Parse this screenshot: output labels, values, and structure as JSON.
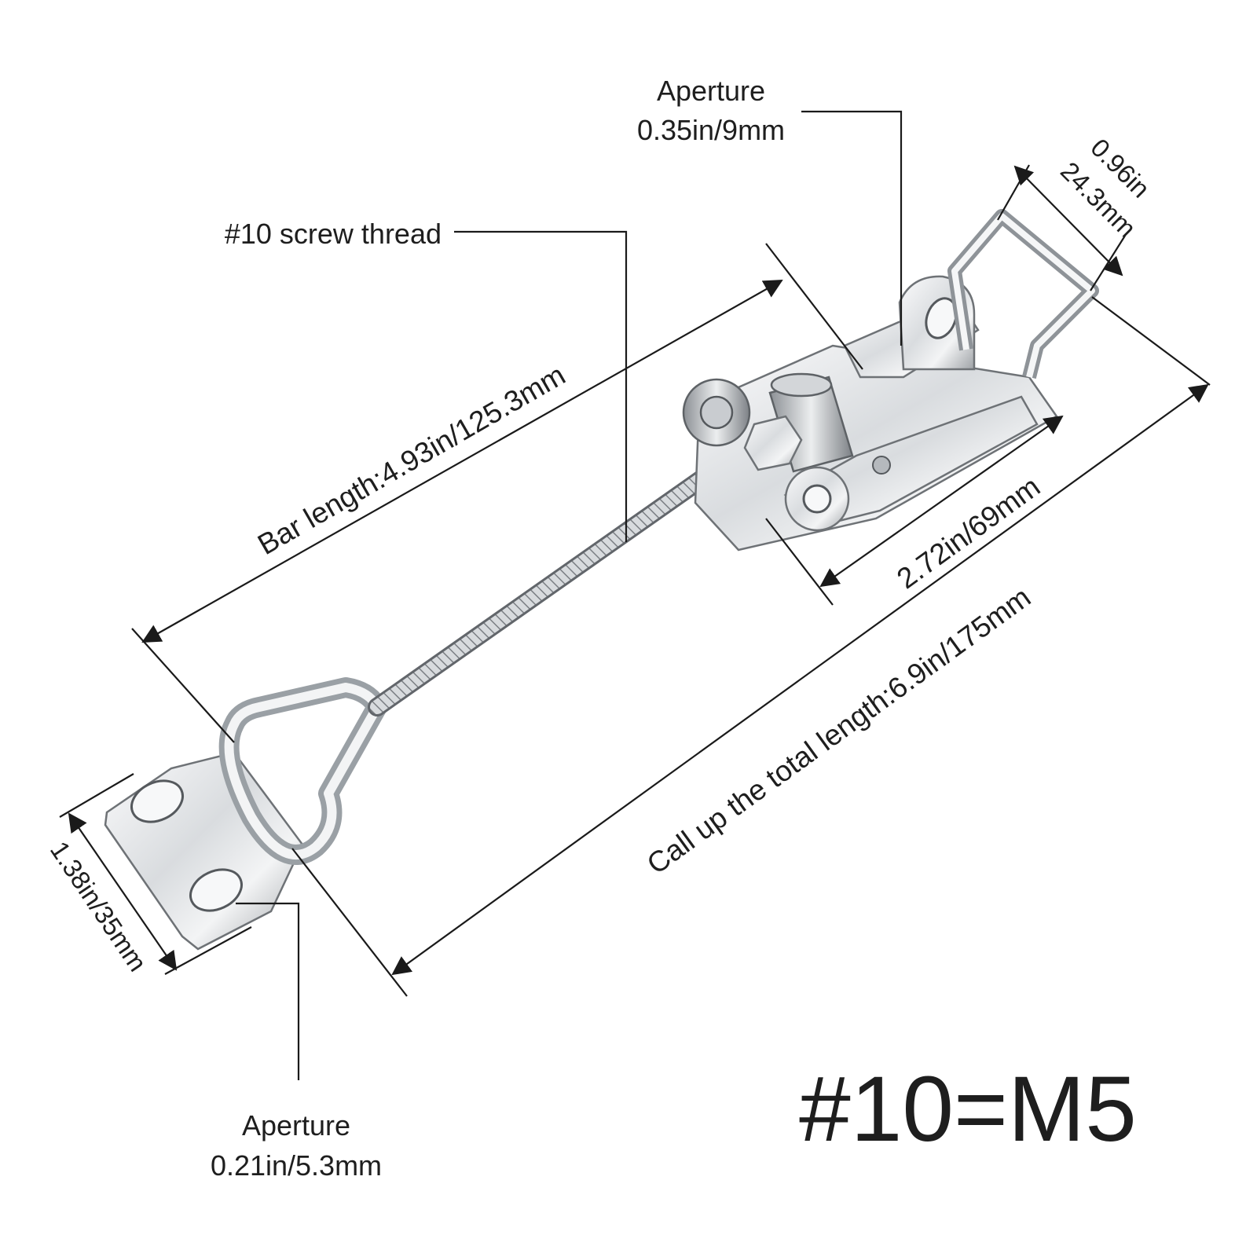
{
  "labels": {
    "aperture_top_title": "Aperture",
    "aperture_top_value": "0.35in/9mm",
    "screw_thread": "#10 screw thread",
    "bar_length": "Bar length:4.93in/125.3mm",
    "width_in": "0.96in",
    "width_mm": "24.3mm",
    "latch_length": "2.72in/69mm",
    "total_length": "Call up the total length:6.9in/175mm",
    "plate_height": "1.38in/35mm",
    "aperture_bottom_title": "Aperture",
    "aperture_bottom_value": "0.21in/5.3mm",
    "size_equivalence": "#10=M5"
  },
  "icons": {
    "product": "adjustable-toggle-latch-photo"
  },
  "colors": {
    "background": "#ffffff",
    "text": "#1e1e1e",
    "metal_light": "#f2f3f4",
    "metal_dark": "#8c9095"
  }
}
